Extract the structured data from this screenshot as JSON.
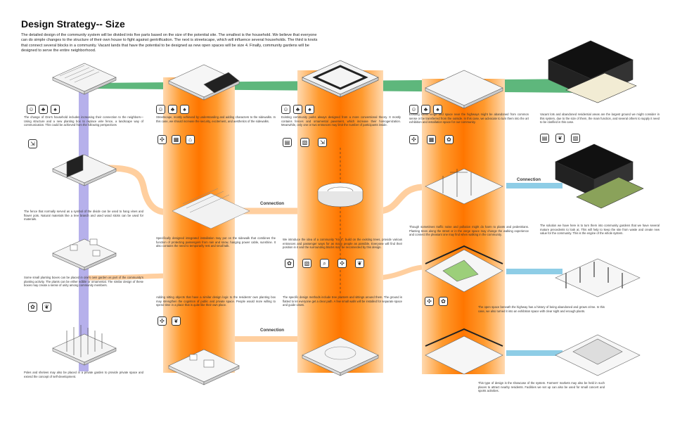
{
  "title": "Design Strategy-- Size",
  "intro": "The detailed design of the community system will be divided into five parts based on the size of the potential site. The smallest is the household. We believe that everyone can do simple changes to the structure of their own house to fight against gentrification. The next is streetscape, which will influence several households. The third is knots that connect several blocks in a community. Vacant lands that have the potential to be designed as new open spaces will be size 4. Finally, community gardens will be designed to serve the entire neighborhood.",
  "connection_label": "Connection",
  "colors": {
    "orange": "#ff7a00",
    "purple": "#a9a2e8",
    "peach": "#ffd3a8",
    "green": "#4caf6e",
    "blue": "#8ecde6"
  },
  "col1": {
    "text1": "The change of One's household includes increasing their connection to the neighbors—Using structure and a new planting box to replace wire fence, a landscape way of communication. This could be achieved from the following perspectives",
    "text2": "The fence that normally served as a symbol of the divide can be used to hang vines and flower pots. Natural materials like a tree branch and used wood sticks can be used for materials.",
    "text3": "Some small planting boxes can be placed in one's own garden as part of the community's planting activity. The plants can be either edible or ornamental. The similar design of these boxes may create a sense of unity among community members.",
    "text4": "Poles and shelves may also be placed in a private garden to provide private space and extend the concept of self-development."
  },
  "col2": {
    "text1": "Streetscape, mostly achieved by understanding and adding characters to the sidewalks. In this case, we should increase the security, excitement, and aesthetics of the sidewalks.",
    "text2": "Specifically designed integrated installation may put on the sidewalk that combines the function of protecting passengers from rain and snow, hanging power cable, sunshine. It also contains the need to temporarily rest and small talk.",
    "text3": "Adding sitting objects that have a similar design logic to the residents' own planting box may strengthen the cognition of public and private space. People would more willing to spend time in a place that is quite like their own place."
  },
  "col3": {
    "text1": "Existing community parks always designed from a more conventional theory. It mostly contains fences and ornamental pavement, which increase their homogenization. Meanwhile, only one or two entrances may limit the number of participants inside.",
    "text2": "We introduce the idea of a community \"Knot\", build on the existing trees, provide various entrances and passenger ways for as many people as possible. Everyone will find their position in it and the surrounding blocks may be reconnected by this design.",
    "text3": "The specific design methods include tree planters and sittings around them. The ground is flatted to let everyone get a clear path. A few small walls will be installed for separate space and guide views."
  },
  "col4": {
    "text1": "Existing street verge and space near the highways might be abandoned from common sense or be transferred from the outside. In this case, we advocate to turn them into the art exhibition and installation space for our community.",
    "text2": "Though sometimes traffic noise and pollution might do harm to plants and pedestrians. Planting trees along the street or in the verge space may change the walking experience and connect the pleasant one may find when walking in the community.",
    "text3": "The open space beneath the highway has a history of being abandoned and grows crime. In this case, we also turned it into an exhibition space with clear sight and enough plants.",
    "text4": "This type of design is the showcase of the system. Farmers' markets may also be held in such places to attract nearby residents. Facilities we set up can also be used for small concert and sports activities."
  },
  "col5": {
    "text1": "Vacant lots and abandoned residential areas are the largest ground we might consider in this system, due to the size of them, the main function, and several others to supply it need to be clarified in this case.",
    "text2": "The solution we have here is to turn them into community gardens that we have several mature precedents to look at. This will help to keep the site from waste and create new value for the community. This is the engine of the whole system."
  }
}
